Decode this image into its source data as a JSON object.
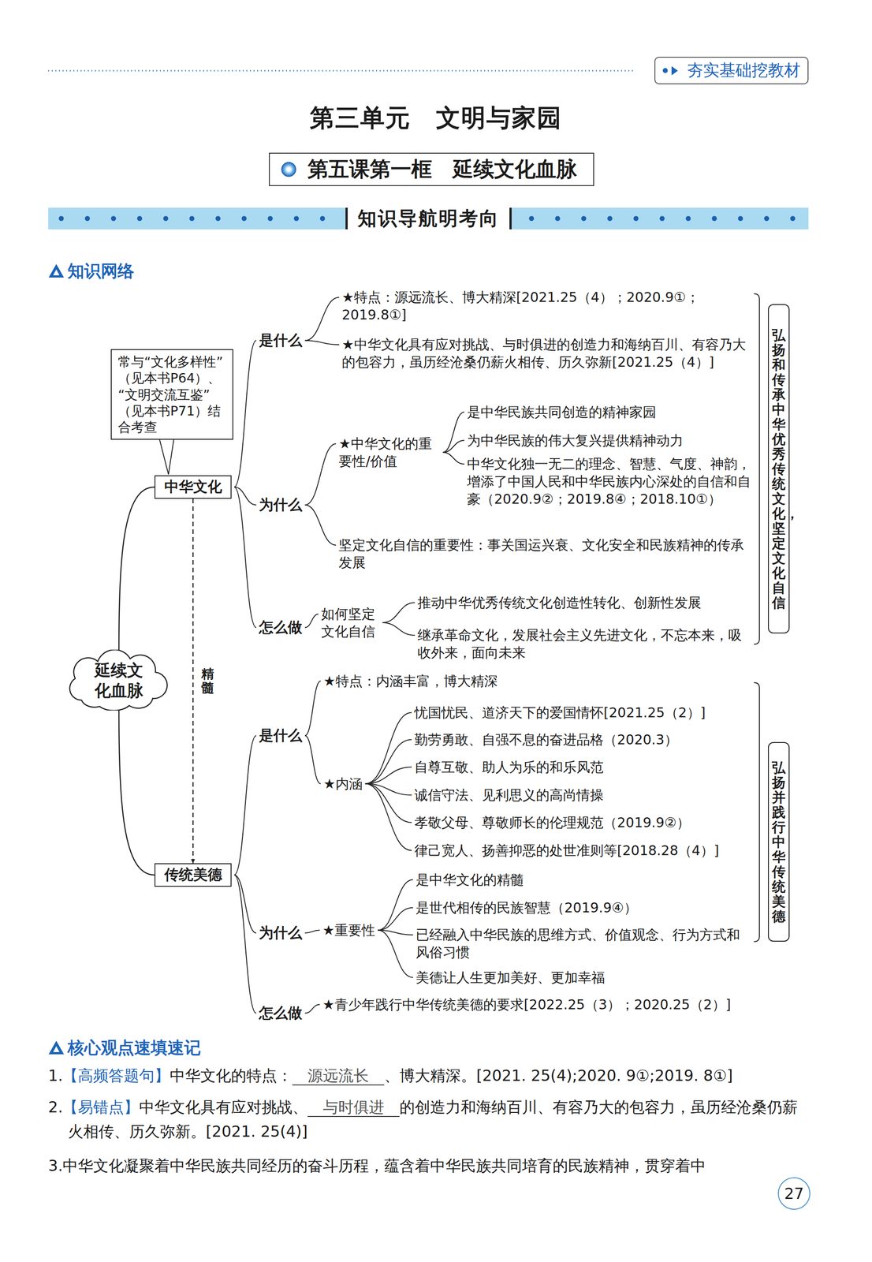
{
  "diagram": {
    "title": "第三单元　文明与家园",
    "nodes": [
      {
        "text": [
          "夯实基础挖教材"
        ]
      },
      {
        "text": [
          "第五课第一框　延续文化血脉"
        ]
      },
      {
        "text": [
          "知识导航明考向"
        ]
      },
      {
        "text": [
          "常与“文化多样性”（见本书P64）、“文明交流互鉴”（见本书P71）结合考查"
        ]
      },
      {
        "text": [
          "中华文化"
        ]
      },
      {
        "text": [
          "延续文化血脉"
        ]
      },
      {
        "text": [
          "弘扬和传承中华优秀传统文化，坚定文化自信"
        ]
      },
      {
        "text": [
          "传统美德"
        ]
      },
      {
        "text": [
          "弘扬并践行中华传统美德"
        ]
      },
      {
        "text": [
          "27"
        ]
      }
    ],
    "edges": [
      {
        "from": 5,
        "to": 4,
        "arrow": "none"
      },
      {
        "from": 5,
        "to": 7,
        "arrow": "none"
      },
      {
        "from": 4,
        "to": 7,
        "arrow": "to",
        "label": "精髓"
      }
    ],
    "labels": [
      "知识网络",
      "是什么",
      "★特点：源远流长、博大精深[2021.25（4）；2020.9①；2019.8①]",
      "★中华文化具有应对挑战、与时俱进的创造力和海纳百川、有容乃大的包容力，虽历经沧桑仍薪火相传、历久弥新[2021.25（4）]",
      "为什么",
      "★中华文化的重要性/价值",
      "是中华民族共同创造的精神家园",
      "为中华民族的伟大复兴提供精神动力",
      "中华文化独一无二的理念、智慧、气度、神韵，增添了中国人民和中华民族内心深处的自信和自豪（2020.9②；2019.8④；2018.10①）",
      "坚定文化自信的重要性：事关国运兴衰、文化安全和民族精神的传承发展",
      "怎么做",
      "如何坚定文化自信",
      "推动中华优秀传统文化创造性转化、创新性发展",
      "继承革命文化，发展社会主义先进文化，不忘本来，吸收外来，面向未来",
      "是什么",
      "★特点：内涵丰富，博大精深",
      "★内涵",
      "忧国忧民、道济天下的爱国情怀[2021.25（2）]",
      "勤劳勇敢、自强不息的奋进品格（2020.3）",
      "自尊互敬、助人为乐的和乐风范",
      "诚信守法、见利思义的高尚情操",
      "孝敬父母、尊敬师长的伦理规范（2019.9②）",
      "律己宽人、扬善抑恶的处世准则等[2018.28（4）]",
      "为什么",
      "★重要性",
      "是中华文化的精髓",
      "是世代相传的民族智慧（2019.9④）",
      "已经融入中华民族的思维方式、价值观念、行为方式和风俗习惯",
      "美德让人生更加美好、更加幸福",
      "怎么做",
      "★青少年践行中华传统美德的要求[2022.25（3）；2020.25（2）]",
      "核心观点速填速记",
      "1.",
      "【高频答题句】",
      "中华文化的特点：",
      "源远流长",
      "、博大精深。[2021. 25(4);2020. 9①;2019. 8①]",
      "2.",
      "【易错点】",
      "中华文化具有应对挑战、",
      "与时俱进",
      "的创造力和海纳百川、有容乃大的包容力，虽历经沧桑仍薪火相传、历久弥新。[2021. 25(4)]",
      "3.中华文化凝聚着中华民族共同经历的奋斗历程，蕴含着中华民族共同培育的民族精神，贯穿着中"
    ]
  }
}
